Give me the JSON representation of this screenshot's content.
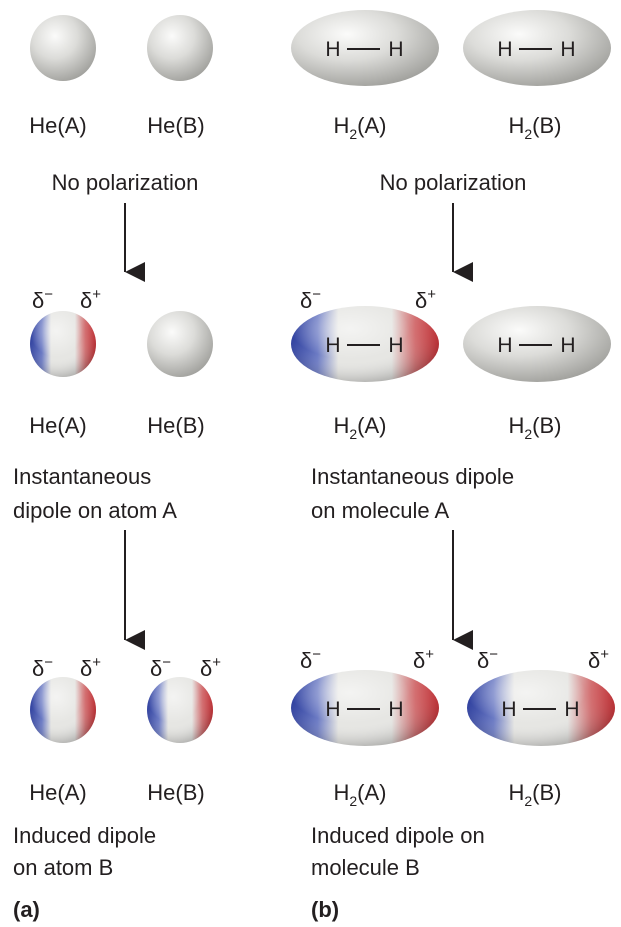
{
  "labels": {
    "he_a": "He(A)",
    "he_b": "He(B)",
    "h2_base": "H",
    "h2_sub": "2",
    "h2_a_suffix": "(A)",
    "h2_b_suffix": "(B)",
    "h_atom": "H",
    "delta": "δ",
    "minus": "−",
    "plus": "+"
  },
  "captions": {
    "no_polarization_left": "No polarization",
    "no_polarization_right": "No polarization",
    "inst_left_line1": "Instantaneous",
    "inst_left_line2": "dipole on atom A",
    "inst_right_line1": "Instantaneous dipole",
    "inst_right_line2": "on molecule A",
    "induced_left_line1": "Induced dipole",
    "induced_left_line2": "on atom B",
    "induced_right_line1": "Induced dipole on",
    "induced_right_line2": "molecule B"
  },
  "panels": {
    "a": "(a)",
    "b": "(b)"
  },
  "colors": {
    "negative_pole": "#2e3f9e",
    "positive_pole": "#c62026",
    "neutral": "#d9d9d6",
    "text": "#231f20"
  }
}
